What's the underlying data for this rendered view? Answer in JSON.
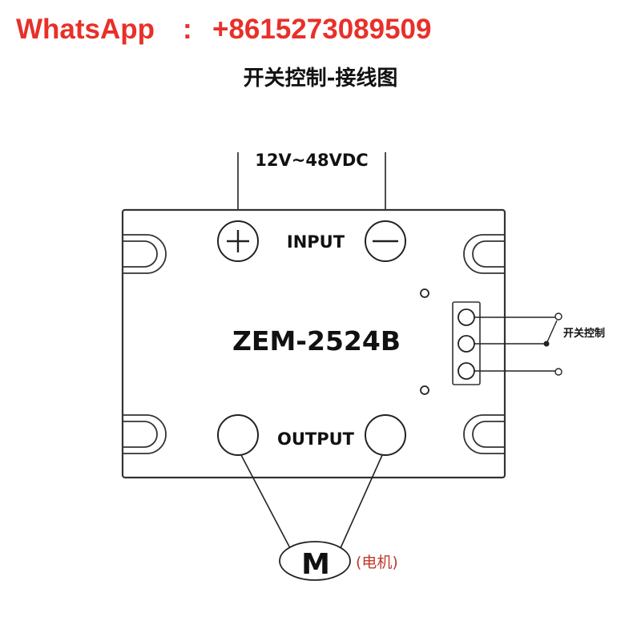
{
  "contact": {
    "label": "WhatsApp",
    "separator": ":",
    "number": "+8615273089509",
    "color": "#e8302a"
  },
  "title": "开关控制-接线图",
  "diagram": {
    "supply_voltage": "12V~48VDC",
    "input_label": "INPUT",
    "output_label": "OUTPUT",
    "model": "ZEM-2524B",
    "switch_label": "开关控制",
    "motor_symbol": "M",
    "motor_label": "(电机)",
    "motor_label_color": "#c0392b",
    "positive_icon": "plus-terminal-icon",
    "negative_icon": "minus-terminal-icon"
  }
}
